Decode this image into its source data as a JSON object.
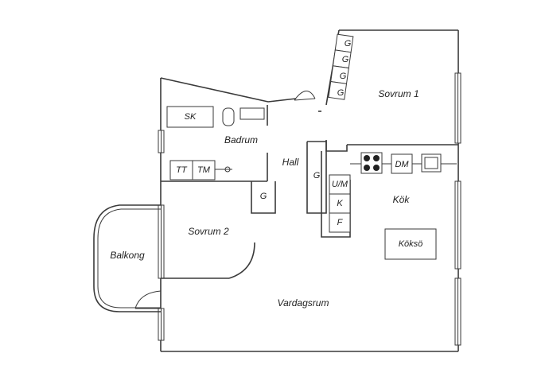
{
  "rooms": {
    "sovrum1": "Sovrum 1",
    "badrum": "Badrum",
    "hall": "Hall",
    "kok": "Kök",
    "sovrum2": "Sovrum 2",
    "balkong": "Balkong",
    "vardagsrum": "Vardagsrum"
  },
  "fixtures": {
    "wardrobe": "G",
    "sk": "SK",
    "tt": "TT",
    "tm": "TM",
    "dm": "DM",
    "um": "U/M",
    "k": "K",
    "f": "F",
    "koksö": "Köksö"
  }
}
